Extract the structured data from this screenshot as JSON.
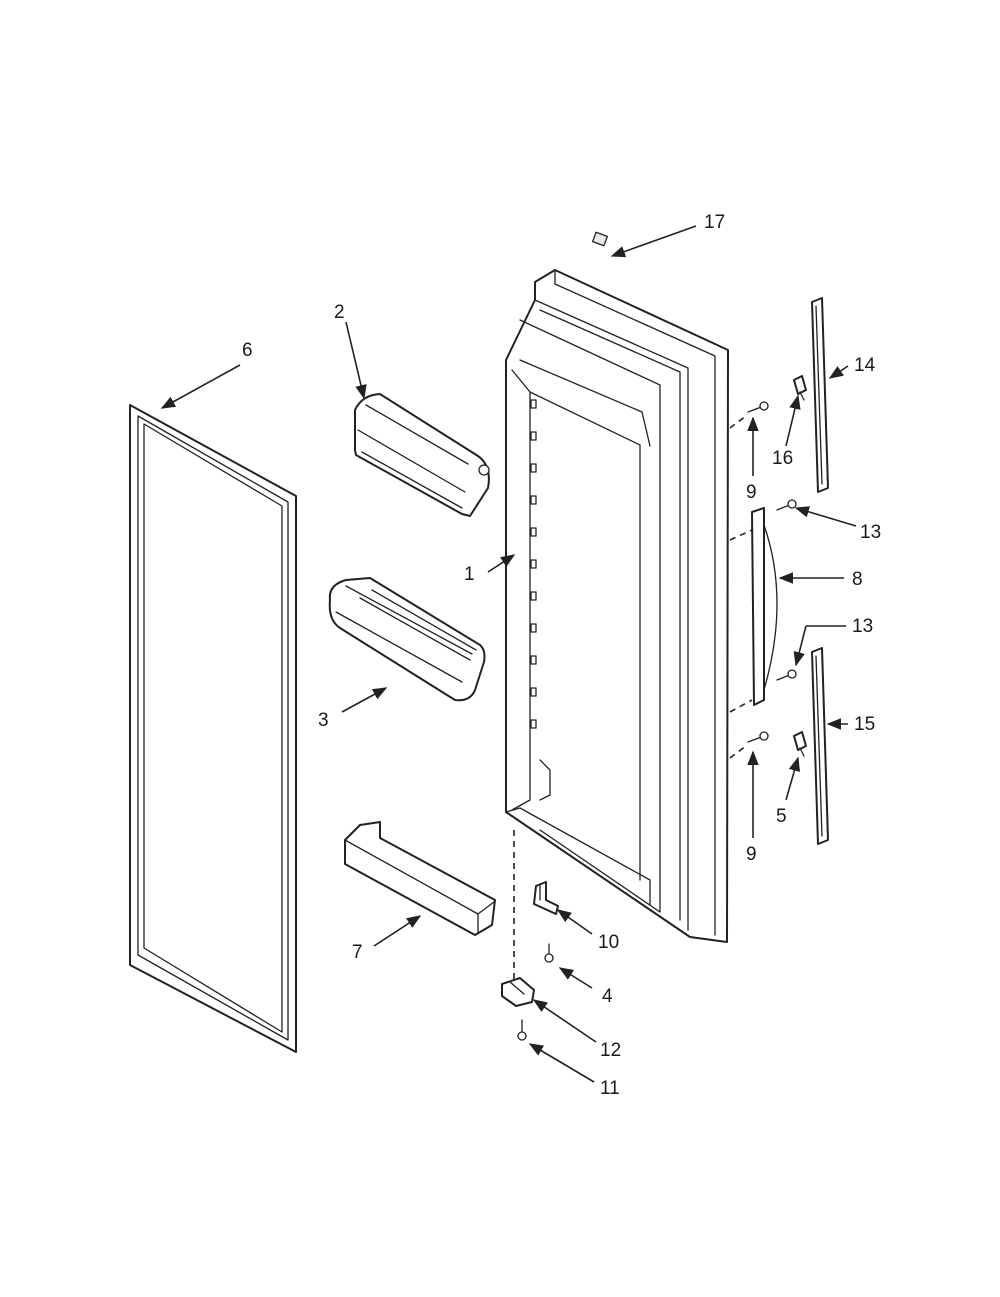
{
  "diagram": {
    "callouts": {
      "c1": "1",
      "c2": "2",
      "c3": "3",
      "c4": "4",
      "c5": "5",
      "c6": "6",
      "c7": "7",
      "c8": "8",
      "c9a": "9",
      "c9b": "9",
      "c10": "10",
      "c11": "11",
      "c12": "12",
      "c13a": "13",
      "c13b": "13",
      "c14": "14",
      "c15": "15",
      "c16": "16",
      "c17": "17"
    }
  }
}
